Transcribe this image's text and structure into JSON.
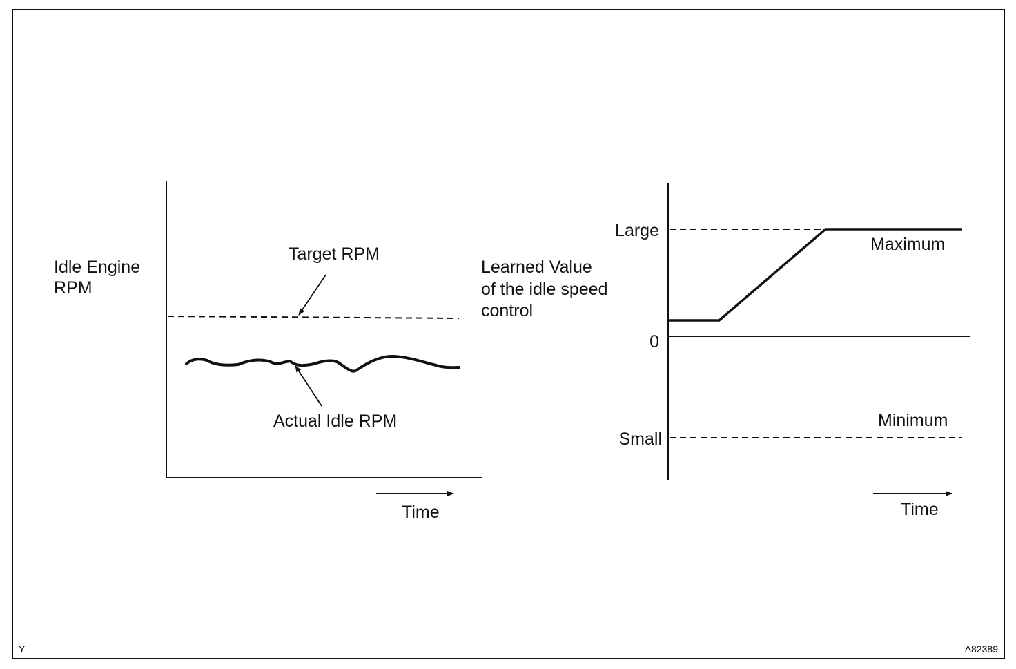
{
  "left_chart": {
    "y_axis_label": [
      "Idle Engine",
      "RPM"
    ],
    "target_label": "Target RPM",
    "actual_label": "Actual Idle RPM",
    "x_axis_label": "Time"
  },
  "right_chart": {
    "y_axis_label": [
      "Learned Value",
      "of the idle speed",
      "control"
    ],
    "tick_large": "Large",
    "tick_zero": "0",
    "tick_small": "Small",
    "maximum_label": "Maximum",
    "minimum_label": "Minimum",
    "x_axis_label": "Time"
  },
  "footer": {
    "corner_left": "Y",
    "figure_code": "A82389"
  },
  "colors": {
    "ink": "#111111",
    "background": "#ffffff"
  }
}
